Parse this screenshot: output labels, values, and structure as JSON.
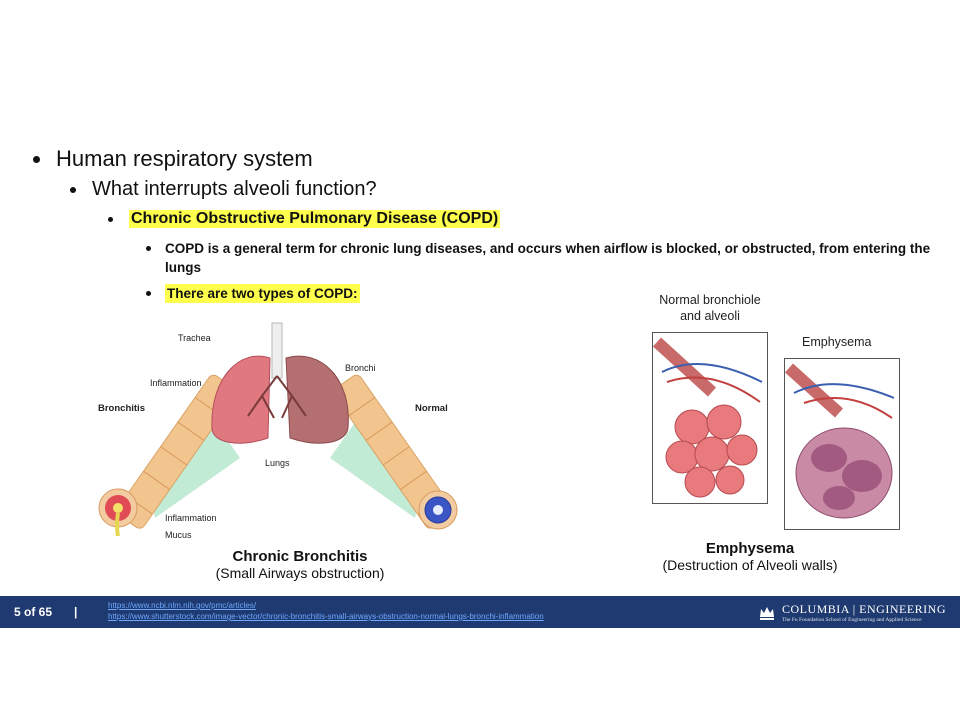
{
  "slide": {
    "bullets": {
      "l1": "Human respiratory system",
      "l2": "What interrupts alveoli function?",
      "l3": "Chronic Obstructive Pulmonary Disease (COPD)",
      "l4a": "COPD is a general term for chronic lung diseases, and occurs when airflow is blocked, or obstructed, from entering the lungs",
      "l4b": "There are two types of COPD:"
    },
    "bronchitis_figure": {
      "labels": {
        "trachea": "Trachea",
        "bronchi": "Bronchi",
        "inflammation_top": "Inflammation",
        "bronchitis": "Bronchitis",
        "normal": "Normal",
        "lungs": "Lungs",
        "inflammation_bottom": "Inflammation",
        "mucus": "Mucus"
      },
      "caption_title": "Chronic Bronchitis",
      "caption_sub": "(Small Airways obstruction)"
    },
    "emphysema_figure": {
      "label_normal_line1": "Normal bronchiole",
      "label_normal_line2": "and alveoli",
      "label_emphysema": "Emphysema",
      "caption_title": "Emphysema",
      "caption_sub": "(Destruction of Alveoli walls)"
    }
  },
  "footer": {
    "page": "5 of 65",
    "separator": "|",
    "links": [
      "https://www.ncbi.nlm.nih.gov/pmc/articles/",
      "https://www.shutterstock.com/image-vector/chronic-bronchitis-small-airways-obstruction-normal-lungs-bronchi-inflammation"
    ],
    "logo_main": "COLUMBIA | ENGINEERING",
    "logo_sub": "The Fu Foundation School of Engineering and Applied Science"
  },
  "colors": {
    "highlight": "#ffff4d",
    "footer_bg": "#1f3a70",
    "link": "#6ea8ff"
  }
}
